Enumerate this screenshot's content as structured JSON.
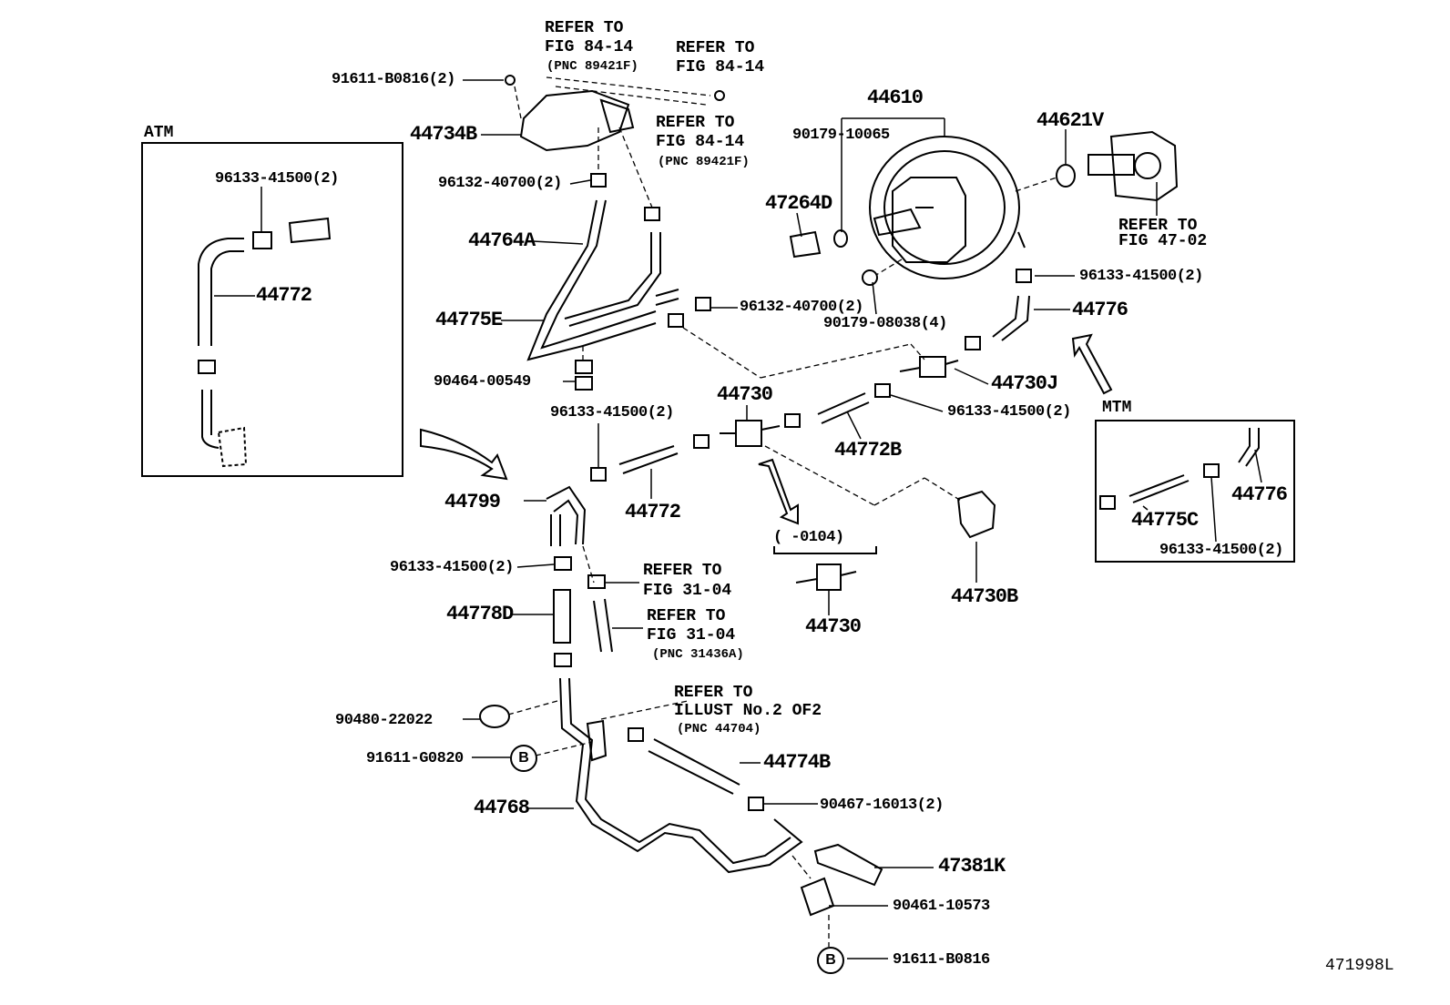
{
  "diagram_id": "471998L",
  "groups": {
    "atm": "ATM",
    "mtm": "MTM",
    "date_range": "(      -0104)"
  },
  "parts": {
    "p_91611_B0816_2": "91611-B0816(2)",
    "p_44734B": "44734B",
    "p_96132_40700_2_top": "96132-40700(2)",
    "p_44764A": "44764A",
    "p_44775E": "44775E",
    "p_90464_00549": "90464-00549",
    "p_96133_41500_2_atm": "96133-41500(2)",
    "p_44772_atm": "44772",
    "p_44610": "44610",
    "p_90179_10065": "90179-10065",
    "p_47264D": "47264D",
    "p_44621V": "44621V",
    "p_96133_41500_2_r1": "96133-41500(2)",
    "p_44776": "44776",
    "p_96132_40700_2_mid": "96132-40700(2)",
    "p_90179_08038_4": "90179-08038(4)",
    "p_44730J": "44730J",
    "p_96133_41500_2_r2": "96133-41500(2)",
    "p_44730_main": "44730",
    "p_96133_41500_2_l1": "96133-41500(2)",
    "p_44772B": "44772B",
    "p_44799": "44799",
    "p_44772_mid": "44772",
    "p_44730B": "44730B",
    "p_44730_sub": "44730",
    "p_44775C": "44775C",
    "p_44776_mtm": "44776",
    "p_96133_41500_2_mtm": "96133-41500(2)",
    "p_96133_41500_2_l2": "96133-41500(2)",
    "p_44778D": "44778D",
    "p_90480_22022": "90480-22022",
    "p_91611_G0820": "91611-G0820",
    "p_44774B": "44774B",
    "p_90467_16013_2": "90467-16013(2)",
    "p_44768": "44768",
    "p_47381K": "47381K",
    "p_90461_10573": "90461-10573",
    "p_91611_B0816": "91611-B0816"
  },
  "refs": {
    "r1_a": "REFER TO",
    "r1_b": "FIG 84-14",
    "r1_c": "(PNC 89421F)",
    "r2_a": "REFER TO",
    "r2_b": "FIG 84-14",
    "r3_a": "REFER TO",
    "r3_b": "FIG 84-14",
    "r3_c": "(PNC 89421F)",
    "r4_a": "REFER TO",
    "r4_b": "FIG 47-02",
    "r5_a": "REFER TO",
    "r5_b": "FIG 31-04",
    "r6_a": "REFER TO",
    "r6_b": "FIG 31-04",
    "r6_c": "(PNC 31436A)",
    "r7_a": "REFER TO",
    "r7_b": "ILLUST No.2 OF2",
    "r7_c": "(PNC 44704)"
  },
  "markers": {
    "b1": "B",
    "b2": "B"
  }
}
